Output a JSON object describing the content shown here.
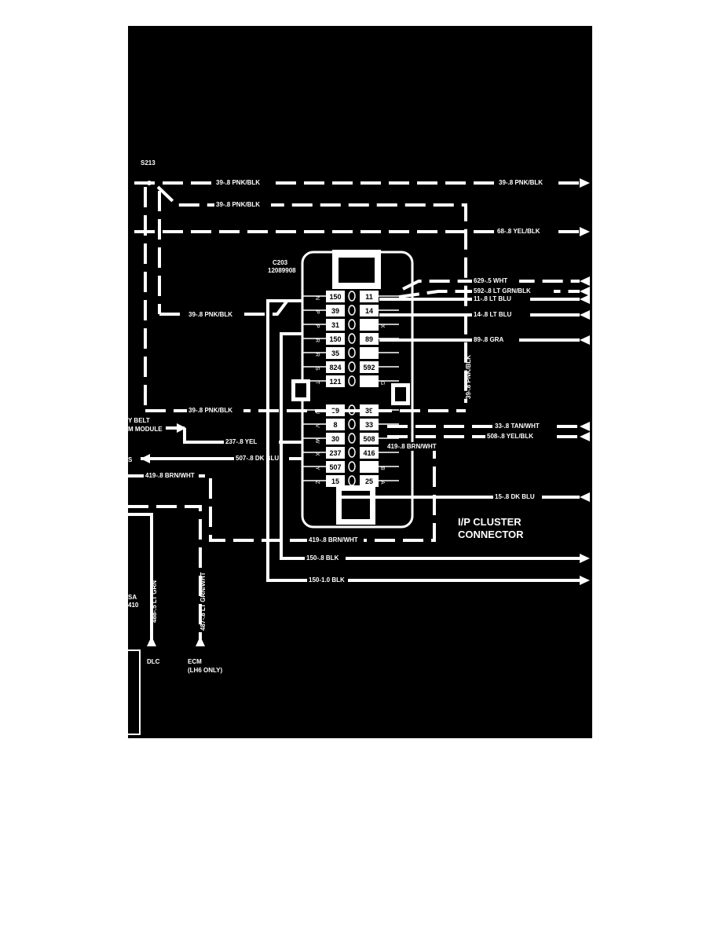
{
  "splice": "S213",
  "connector": {
    "id": "C203",
    "part": "12089908",
    "title_line1": "I/P CLUSTER",
    "title_line2": "CONNECTOR"
  },
  "pins_left": [
    {
      "letter": "N",
      "value": "150"
    },
    {
      "letter": "P",
      "value": "39"
    },
    {
      "letter": "P",
      "value": "31"
    },
    {
      "letter": "R",
      "value": "150"
    },
    {
      "letter": "R",
      "value": "35"
    },
    {
      "letter": "S",
      "value": "824"
    },
    {
      "letter": "T",
      "value": "121"
    },
    {
      "letter": "U",
      "value": "39"
    },
    {
      "letter": "V",
      "value": "8"
    },
    {
      "letter": "W",
      "value": "30"
    },
    {
      "letter": "X",
      "value": "237"
    },
    {
      "letter": "Y",
      "value": "507"
    },
    {
      "letter": "Z",
      "value": "15"
    }
  ],
  "pins_right": [
    {
      "letter": "",
      "value": "11"
    },
    {
      "letter": "",
      "value": "14"
    },
    {
      "letter": "X",
      "value": ""
    },
    {
      "letter": "",
      "value": "89"
    },
    {
      "letter": "",
      "value": ""
    },
    {
      "letter": "",
      "value": "592"
    },
    {
      "letter": "G",
      "value": ""
    },
    {
      "letter": "",
      "value": "39"
    },
    {
      "letter": "",
      "value": "33"
    },
    {
      "letter": "",
      "value": "508"
    },
    {
      "letter": "",
      "value": "416"
    },
    {
      "letter": "B",
      "value": ""
    },
    {
      "letter": "A",
      "value": "25"
    }
  ],
  "wires": {
    "top1_left": "39-.8 PNK/BLK",
    "top1_right": "39-.8 PNK/BLK",
    "top2": "39-.8 PNK/BLK",
    "yel_blk": "68-.8 YEL/BLK",
    "wht": "629-.5 WHT",
    "lt_grn_blk": "592-.8 LT GRN/BLK",
    "lt_blu_11": "11-.8 LT BLU",
    "pnk_blk_left": "39-.8 PNK/BLK",
    "lt_blu_14": "14-.8 LT BLU",
    "gra": "89-.8 GRA",
    "pnk_blk_vertical": "39-.8 PNK/BLK",
    "pnk_blk_bottom": "39-.8 PNK/BLK",
    "tan_wht": "33-.8 TAN/WHT",
    "yel_blk_508": "508-.8 YEL/BLK",
    "yel_237": "237-.8 YEL",
    "brn_wht_right": "419-.8 BRN/WHT",
    "dk_blu_507": "507-.8 DK BLU",
    "brn_wht_left": "419-.8 BRN/WHT",
    "dk_blu_15": "15-.8 DK BLU",
    "brn_wht_bottom": "419-.8 BRN/WHT",
    "blk_8": "150-.8 BLK",
    "blk_10": "150-1.0 BLK",
    "lt_grn_v": "488-.5 LT GRN",
    "lt_grn_wht_v": "487-.8 LT GRN/WHT"
  },
  "left_labels": {
    "belt1": "Y BELT",
    "belt2": "M MODULE",
    "s": "S",
    "a1": "SA",
    "a2": "410"
  },
  "bottom": {
    "dlc": "DLC",
    "ecm": "ECM",
    "ecm_note": "(LH6 ONLY)"
  },
  "colors": {
    "background": "#000000",
    "wire": "#ffffff",
    "page": "#ffffff"
  }
}
